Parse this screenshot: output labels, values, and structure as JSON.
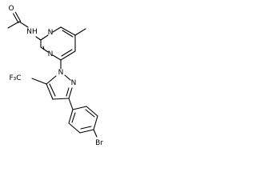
{
  "diagram": {
    "type": "chemical-structure",
    "atom_labels": {
      "oxygen": "O",
      "amide_nh": "NH",
      "pyrimidine_n_top": "N",
      "pyrimidine_n_bottom": "N",
      "pyrazole_n1": "N",
      "pyrazole_n2": "N",
      "trifluoromethyl": "F₃C",
      "bromine": "Br"
    }
  }
}
